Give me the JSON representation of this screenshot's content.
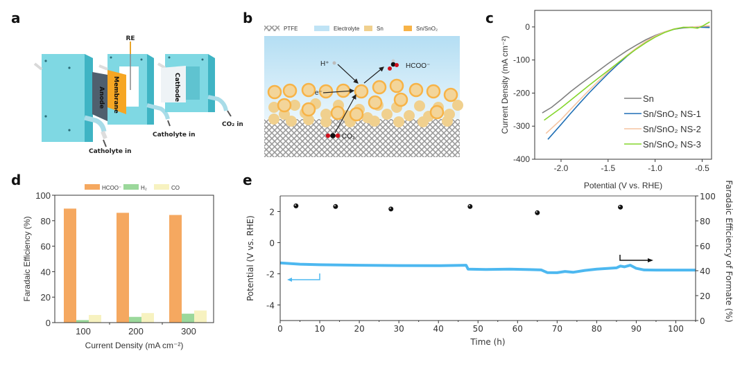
{
  "panels": {
    "a": {
      "label": "a",
      "labels": {
        "re": "RE",
        "anode": "Anode",
        "membrane": "Membrane",
        "cathode": "Cathode",
        "catholyte_in_1": "Catholyte in",
        "catholyte_in_2": "Catholyte in",
        "co2_in": "CO₂ in"
      }
    },
    "b": {
      "label": "b",
      "legend": [
        {
          "name": "PTFE",
          "color": "#b8b8b8"
        },
        {
          "name": "Electrolyte",
          "color": "#bfe3f5"
        },
        {
          "name": "Sn",
          "color": "#f0d08e"
        },
        {
          "name": "Sn/SnO₂",
          "color": "#f7b347"
        }
      ],
      "labels": {
        "h_plus": "H⁺",
        "e_minus": "e⁻",
        "hcoo": "HCOO⁻",
        "co2": "CO₂"
      }
    },
    "c": {
      "label": "c"
    },
    "d": {
      "label": "d"
    },
    "e": {
      "label": "e"
    }
  },
  "chart_data": [
    {
      "panel": "c",
      "type": "line",
      "title": "",
      "xlabel": "Potential (V vs. RHE)",
      "ylabel": "Current Density (mA cm⁻²)",
      "xlim": [
        -2.28,
        -0.4
      ],
      "ylim": [
        -400,
        50
      ],
      "xticks": [
        -2.0,
        -1.5,
        -1.0,
        -0.5
      ],
      "xtick_labels": [
        "-2.0",
        "-1.5",
        "-1.0",
        "-0.5"
      ],
      "yticks": [
        0,
        -100,
        -200,
        -300,
        -400
      ],
      "ytick_labels": [
        "0",
        "-100",
        "-200",
        "-300",
        "-400"
      ],
      "legend_position": "bottom-right",
      "series": [
        {
          "name": "Sn",
          "color": "#7f7f7f",
          "x": [
            -2.2,
            -2.1,
            -2.0,
            -1.9,
            -1.8,
            -1.7,
            -1.6,
            -1.5,
            -1.4,
            -1.3,
            -1.2,
            -1.1,
            -1.0,
            -0.9,
            -0.8,
            -0.7,
            -0.6,
            -0.5,
            -0.42
          ],
          "y": [
            -260,
            -243,
            -220,
            -196,
            -174,
            -153,
            -132,
            -111,
            -91,
            -72,
            -55,
            -39,
            -26,
            -15,
            -7,
            -3,
            -1,
            0,
            0
          ]
        },
        {
          "name": "Sn/SnO₂ NS-1",
          "color": "#1f6fb5",
          "x": [
            -2.14,
            -2.0,
            -1.9,
            -1.8,
            -1.7,
            -1.6,
            -1.5,
            -1.4,
            -1.3,
            -1.2,
            -1.1,
            -1.0,
            -0.9,
            -0.8,
            -0.7,
            -0.6,
            -0.5,
            -0.42
          ],
          "y": [
            -340,
            -295,
            -262,
            -230,
            -199,
            -170,
            -141,
            -114,
            -89,
            -66,
            -46,
            -29,
            -16,
            -7,
            -2,
            0,
            -1,
            -2
          ]
        },
        {
          "name": "Sn/SnO₂ NS-2",
          "color": "#f5c4a0",
          "x": [
            -2.16,
            -2.0,
            -1.9,
            -1.8,
            -1.7,
            -1.6,
            -1.5,
            -1.4,
            -1.3,
            -1.2,
            -1.1,
            -1.0,
            -0.9,
            -0.8,
            -0.7,
            -0.6,
            -0.5,
            -0.42
          ],
          "y": [
            -322,
            -280,
            -250,
            -220,
            -191,
            -163,
            -136,
            -110,
            -86,
            -64,
            -44,
            -28,
            -15,
            -6,
            -1,
            0,
            2,
            4
          ]
        },
        {
          "name": "Sn/SnO₂ NS-3",
          "color": "#84d62b",
          "x": [
            -2.18,
            -2.0,
            -1.9,
            -1.8,
            -1.7,
            -1.6,
            -1.5,
            -1.4,
            -1.3,
            -1.2,
            -1.1,
            -1.0,
            -0.9,
            -0.8,
            -0.7,
            -0.6,
            -0.55,
            -0.5,
            -0.42
          ],
          "y": [
            -282,
            -245,
            -222,
            -199,
            -176,
            -154,
            -132,
            -110,
            -88,
            -67,
            -48,
            -31,
            -17,
            -7,
            -1,
            -2,
            -4,
            2,
            15
          ]
        }
      ]
    },
    {
      "panel": "d",
      "type": "bar",
      "title": "",
      "xlabel": "Current Density (mA cm⁻²)",
      "ylabel": "Faradaic Efficiency (%)",
      "ylim": [
        0,
        100
      ],
      "yticks": [
        0,
        20,
        40,
        60,
        80,
        100
      ],
      "categories": [
        "100",
        "200",
        "300"
      ],
      "legend_position": "top",
      "series": [
        {
          "name": "HCOO⁻",
          "color": "#f5a860",
          "values": [
            89.5,
            86.2,
            84.5
          ]
        },
        {
          "name": "H₂",
          "color": "#9bd89b",
          "values": [
            2.0,
            4.5,
            7.0
          ]
        },
        {
          "name": "CO",
          "color": "#f7f2c0",
          "values": [
            6.0,
            7.5,
            9.5
          ]
        }
      ]
    },
    {
      "panel": "e",
      "type": "line",
      "title": "",
      "xlabel": "Time (h)",
      "ylabel": "Potential (V vs. RHE)",
      "ylabel_right": "Faradaic Efficiency of Formate (%)",
      "xlim": [
        0,
        105
      ],
      "ylim": [
        -5,
        3
      ],
      "ylim_right": [
        0,
        100
      ],
      "xticks": [
        0,
        10,
        20,
        30,
        40,
        50,
        60,
        70,
        80,
        90,
        100
      ],
      "yticks": [
        -4,
        -2,
        0,
        2
      ],
      "yticks_right": [
        0,
        20,
        40,
        60,
        80,
        100
      ],
      "series": [
        {
          "name": "Potential",
          "axis": "left",
          "color": "#4db8f0",
          "x": [
            0,
            5,
            10,
            20,
            30,
            40,
            47,
            47.5,
            52,
            58,
            63,
            66,
            67.5,
            70,
            72,
            74,
            77,
            80,
            85,
            86,
            87,
            88.5,
            90,
            92,
            95,
            100,
            105
          ],
          "y": [
            -1.3,
            -1.38,
            -1.42,
            -1.45,
            -1.47,
            -1.48,
            -1.45,
            -1.7,
            -1.72,
            -1.7,
            -1.73,
            -1.75,
            -1.92,
            -1.93,
            -1.85,
            -1.9,
            -1.78,
            -1.7,
            -1.62,
            -1.5,
            -1.55,
            -1.45,
            -1.65,
            -1.75,
            -1.76,
            -1.76,
            -1.76
          ]
        },
        {
          "name": "Faradaic Efficiency of Formate",
          "axis": "right",
          "color": "#111111",
          "type": "scatter",
          "x": [
            4,
            14,
            28,
            48,
            65,
            86
          ],
          "y": [
            92.0,
            91.5,
            89.5,
            91.5,
            86.5,
            91.0
          ]
        }
      ]
    }
  ]
}
